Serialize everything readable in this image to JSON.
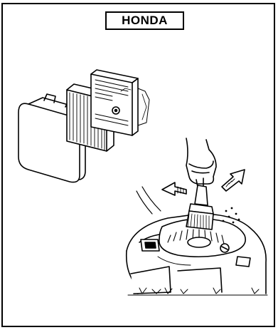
{
  "header": {
    "brand_label": "HONDA"
  },
  "colors": {
    "ink": "#000000",
    "paper": "#ffffff"
  },
  "illustration": {
    "items": [
      "foam-filter-element",
      "paper-filter-element",
      "air-cleaner-case",
      "hand-with-brush",
      "engine-shroud",
      "left-arrow-icon",
      "right-arrow-icon"
    ]
  }
}
